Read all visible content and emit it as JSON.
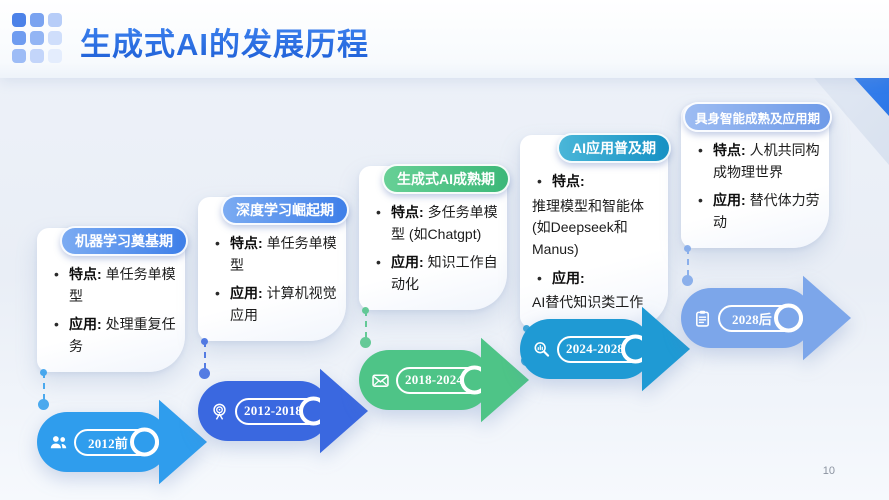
{
  "header": {
    "title": "生成式AI的发展历程"
  },
  "footer": {
    "page_number": "10"
  },
  "stages": [
    {
      "period": "机器学习奠基期",
      "year": "2012前",
      "icon": "users-icon",
      "colors": {
        "pill_from": "#7babf2",
        "pill_to": "#3e7fe9",
        "arrow": "#2f9ded"
      },
      "bullets": [
        {
          "label": "特点:",
          "text": "单任务单模型",
          "block": false
        },
        {
          "label": "应用:",
          "text": "处理重复任务",
          "block": false
        }
      ]
    },
    {
      "period": "深度学习崛起期",
      "year": "2012-2018",
      "icon": "target-icon",
      "colors": {
        "pill_from": "#7babf2",
        "pill_to": "#3e7fe9",
        "arrow": "#3a68e0"
      },
      "bullets": [
        {
          "label": "特点:",
          "text": "单任务单模型",
          "block": false
        },
        {
          "label": "应用:",
          "text": "计算机视觉应用",
          "block": false
        }
      ]
    },
    {
      "period": "生成式AI成熟期",
      "year": "2018-2024",
      "icon": "mail-icon",
      "colors": {
        "pill_from": "#67d096",
        "pill_to": "#3cb878",
        "arrow": "#4ec487"
      },
      "bullets": [
        {
          "label": "特点:",
          "text": "多任务单模型 (如Chatgpt)",
          "block": false
        },
        {
          "label": "应用:",
          "text": "知识工作自动化",
          "block": false
        }
      ]
    },
    {
      "period": "AI应用普及期",
      "year": "2024-2028",
      "icon": "search-icon",
      "colors": {
        "pill_from": "#4ab6d8",
        "pill_to": "#1691c4",
        "arrow": "#1f9ad4"
      },
      "bullets": [
        {
          "label": "特点:",
          "text": "推理模型和智能体(如Deepseek和Manus)",
          "block": true
        },
        {
          "label": "应用:",
          "text": "AI替代知识类工作",
          "block": true
        }
      ]
    },
    {
      "period": "具身智能成熟及应用期",
      "year": "2028后",
      "icon": "clipboard-icon",
      "colors": {
        "pill_from": "#9dbcf2",
        "pill_to": "#6e9ae8",
        "arrow": "#7ca6ea"
      },
      "bullets": [
        {
          "label": "特点:",
          "text": "人机共同构成物理世界",
          "block": false
        },
        {
          "label": "应用:",
          "text": "替代体力劳动",
          "block": false
        }
      ]
    }
  ]
}
